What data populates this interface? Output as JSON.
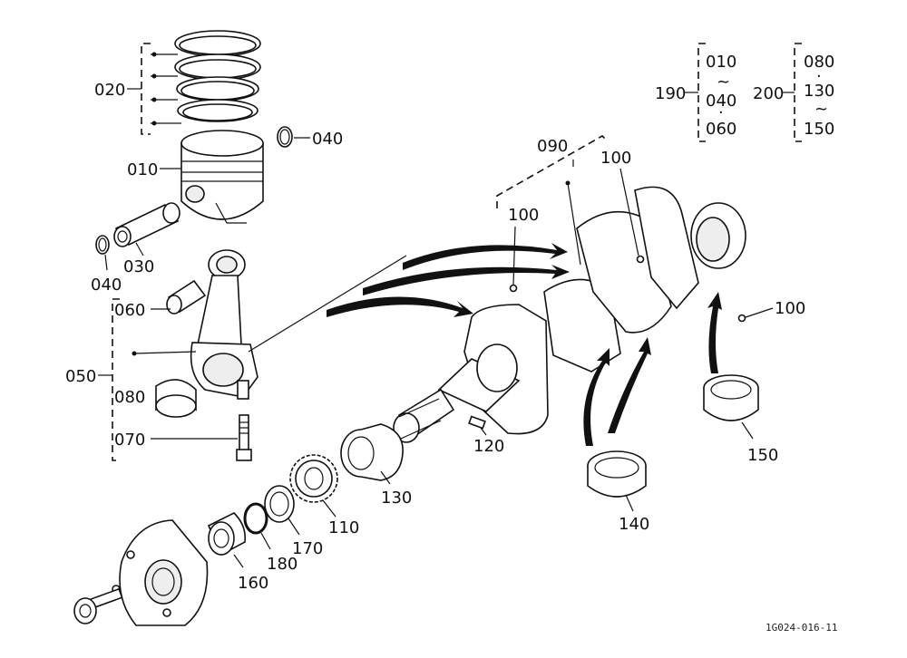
{
  "labels": {
    "p020": "020",
    "p010": "010",
    "p040a": "040",
    "p040b": "040",
    "p030": "030",
    "p060": "060",
    "p050": "050",
    "p080": "080",
    "p070": "070",
    "p090": "090",
    "p100a": "100",
    "p100b": "100",
    "p100c": "100",
    "p120": "120",
    "p130": "130",
    "p110": "110",
    "p170": "170",
    "p180": "180",
    "p160": "160",
    "p140": "140",
    "p150": "150"
  },
  "legend": {
    "g190": {
      "label": "190",
      "from": "010",
      "tilde": "~",
      "to": "040",
      "dot": "·",
      "extra": "060"
    },
    "g200": {
      "label": "200",
      "from": "080",
      "dot": "·",
      "to": "130",
      "tilde": "~",
      "extra": "150"
    }
  },
  "figure_code": "1G024-016-11"
}
